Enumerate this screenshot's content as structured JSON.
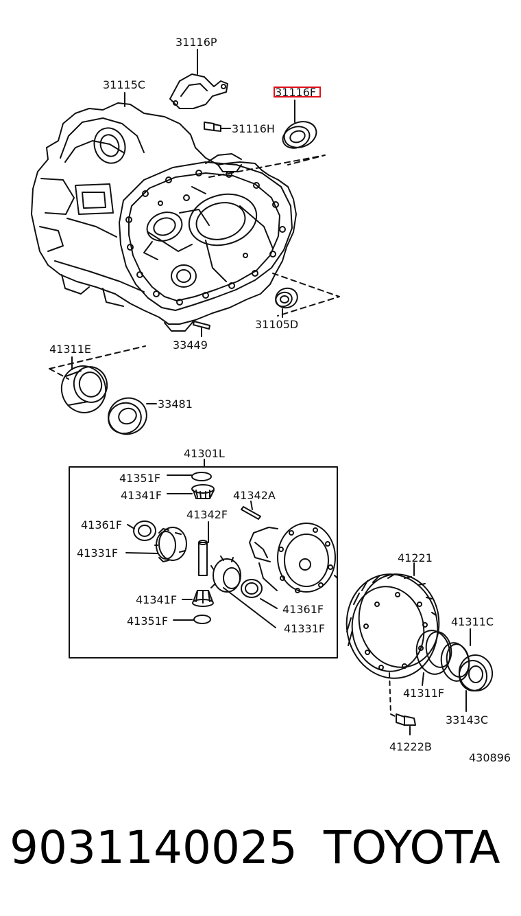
{
  "parts": {
    "p31116P": "31116P",
    "p31115C": "31115C",
    "p31116F": "31116F",
    "p31116H": "31116H",
    "p31105D": "31105D",
    "p33449": "33449",
    "p41311E": "41311E",
    "p33481": "33481",
    "p41301L": "41301L",
    "p41351F_top": "41351F",
    "p41341F_top": "41341F",
    "p41342A": "41342A",
    "p41342F": "41342F",
    "p41361F_left": "41361F",
    "p41331F_left": "41331F",
    "p41341F_bottom": "41341F",
    "p41351F_bottom": "41351F",
    "p41361F_right": "41361F",
    "p41331F_right": "41331F",
    "p41221": "41221",
    "p41311C": "41311C",
    "p41311F": "41311F",
    "p33143C": "33143C",
    "p41222B": "41222B"
  },
  "diagram_number": "430896",
  "footer": {
    "part_number": "9031140025",
    "brand": "TOYOTA"
  },
  "colors": {
    "line": "#111111",
    "highlight": "#e0101a"
  }
}
